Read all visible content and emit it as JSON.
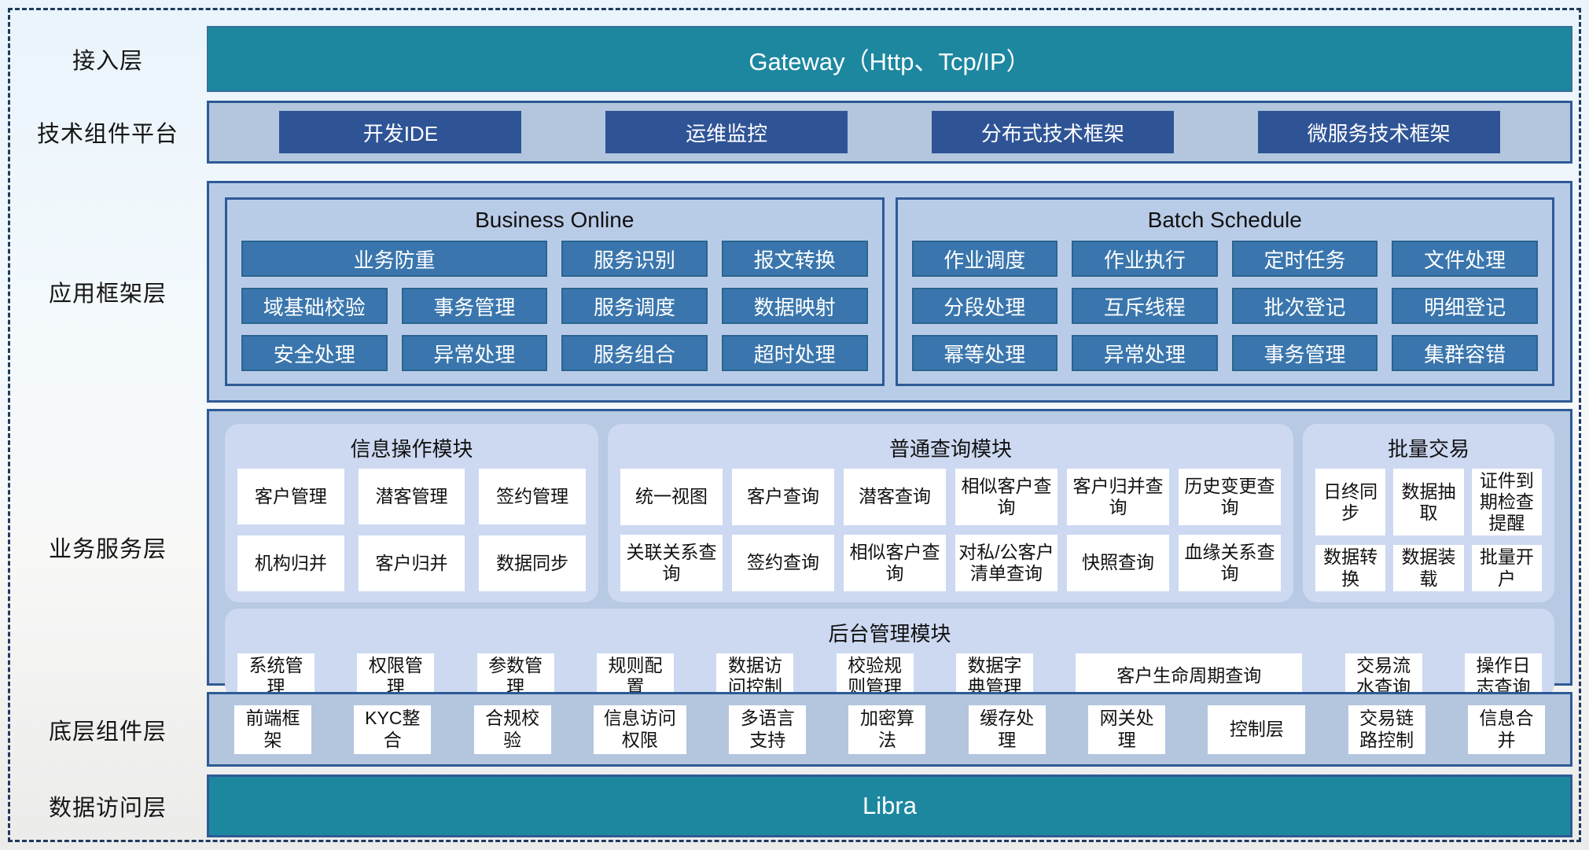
{
  "layers": {
    "access": {
      "label": "接入层",
      "bar": "Gateway（Http、Tcp/IP）"
    },
    "tech_platform": {
      "label": "技术组件平台",
      "items": [
        "开发IDE",
        "运维监控",
        "分布式技术框架",
        "微服务技术框架"
      ]
    },
    "app_framework": {
      "label": "应用框架层",
      "business_online": {
        "title": "Business Online",
        "items": [
          "业务防重",
          "服务识别",
          "报文转换",
          "域基础校验",
          "事务管理",
          "服务调度",
          "数据映射",
          "安全处理",
          "异常处理",
          "服务组合",
          "超时处理"
        ]
      },
      "batch_schedule": {
        "title": "Batch Schedule",
        "items": [
          "作业调度",
          "作业执行",
          "定时任务",
          "文件处理",
          "分段处理",
          "互斥线程",
          "批次登记",
          "明细登记",
          "幂等处理",
          "异常处理",
          "事务管理",
          "集群容错"
        ]
      }
    },
    "business_service": {
      "label": "业务服务层",
      "modules": [
        {
          "title": "信息操作模块",
          "items": [
            "客户管理",
            "潜客管理",
            "签约管理",
            "机构归并",
            "客户归并",
            "数据同步"
          ]
        },
        {
          "title": "普通查询模块",
          "items": [
            "统一视图",
            "客户查询",
            "潜客查询",
            "相似客户查询",
            "客户归并查询",
            "历史变更查询",
            "关联关系查询",
            "签约查询",
            "相似客户查询",
            "对私/公客户清单查询",
            "快照查询",
            "血缘关系查询"
          ]
        },
        {
          "title": "批量交易",
          "items": [
            "日终同步",
            "数据抽取",
            "证件到期检查提醒",
            "数据转换",
            "数据装载",
            "批量开户"
          ]
        }
      ],
      "admin": {
        "title": "后台管理模块",
        "items": [
          "系统管理",
          "权限管理",
          "参数管理",
          "规则配置",
          "数据访问控制",
          "校验规则管理",
          "数据字典管理",
          "客户生命周期查询",
          "交易流水查询",
          "操作日志查询"
        ]
      }
    },
    "bottom_components": {
      "label": "底层组件层",
      "items": [
        "前端框架",
        "KYC整合",
        "合规校验",
        "信息访问权限",
        "多语言支持",
        "加密算法",
        "缓存处理",
        "网关处理",
        "控制层",
        "交易链路控制",
        "信息合并"
      ]
    },
    "data_access": {
      "label": "数据访问层",
      "bar": "Libra"
    }
  },
  "colors": {
    "teal_bar": "#1d87a0",
    "navy_button": "#2f5496",
    "steel_button": "#3a76ad",
    "container_blue": "#b7c9e3",
    "panel_light": "#cdd9f1",
    "border_dark": "#2e5a96"
  }
}
